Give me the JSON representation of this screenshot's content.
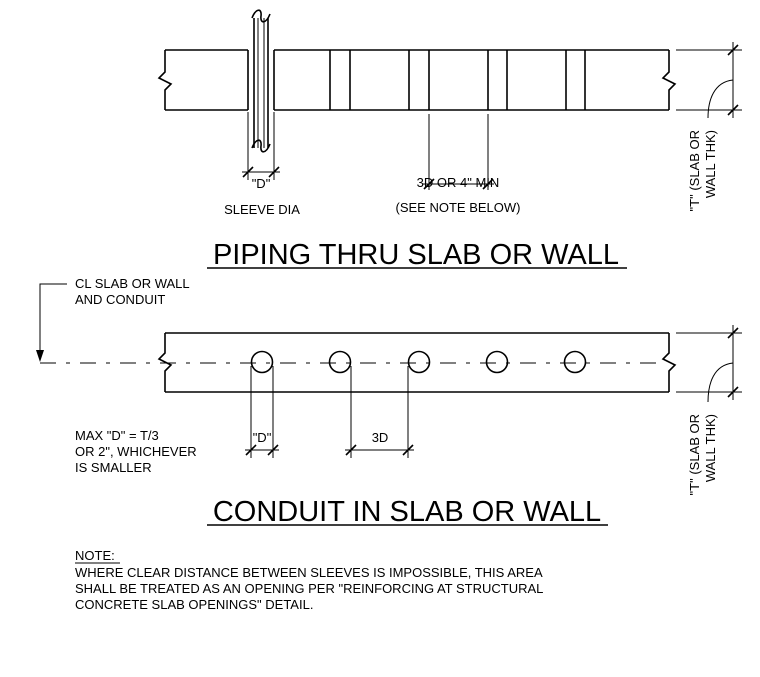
{
  "piping": {
    "title": "PIPING THRU SLAB OR WALL",
    "sleeve_label": "\"D\"",
    "sleeve_dia": "SLEEVE DIA",
    "spacing_line1": "3D OR 4\" MIN",
    "spacing_line2": "(SEE NOTE BELOW)",
    "thickness_line1": "\"T\" (SLAB OR",
    "thickness_line2": "WALL THK)"
  },
  "conduit": {
    "title": "CONDUIT IN SLAB OR WALL",
    "cl_line1": "CL SLAB OR WALL",
    "cl_line2": "AND CONDUIT",
    "max_line1": "MAX \"D\" = T/3",
    "max_line2": "OR 2\", WHICHEVER",
    "max_line3": "IS SMALLER",
    "d_label": "\"D\"",
    "spacing_label": "3D",
    "thickness_line1": "\"T\" (SLAB OR",
    "thickness_line2": "WALL THK)"
  },
  "note": {
    "heading": "NOTE:",
    "line1": "WHERE CLEAR DISTANCE BETWEEN SLEEVES IS IMPOSSIBLE, THIS AREA",
    "line2": "SHALL BE TREATED AS AN OPENING PER \"REINFORCING AT STRUCTURAL",
    "line3": "CONCRETE SLAB OPENINGS\" DETAIL."
  }
}
